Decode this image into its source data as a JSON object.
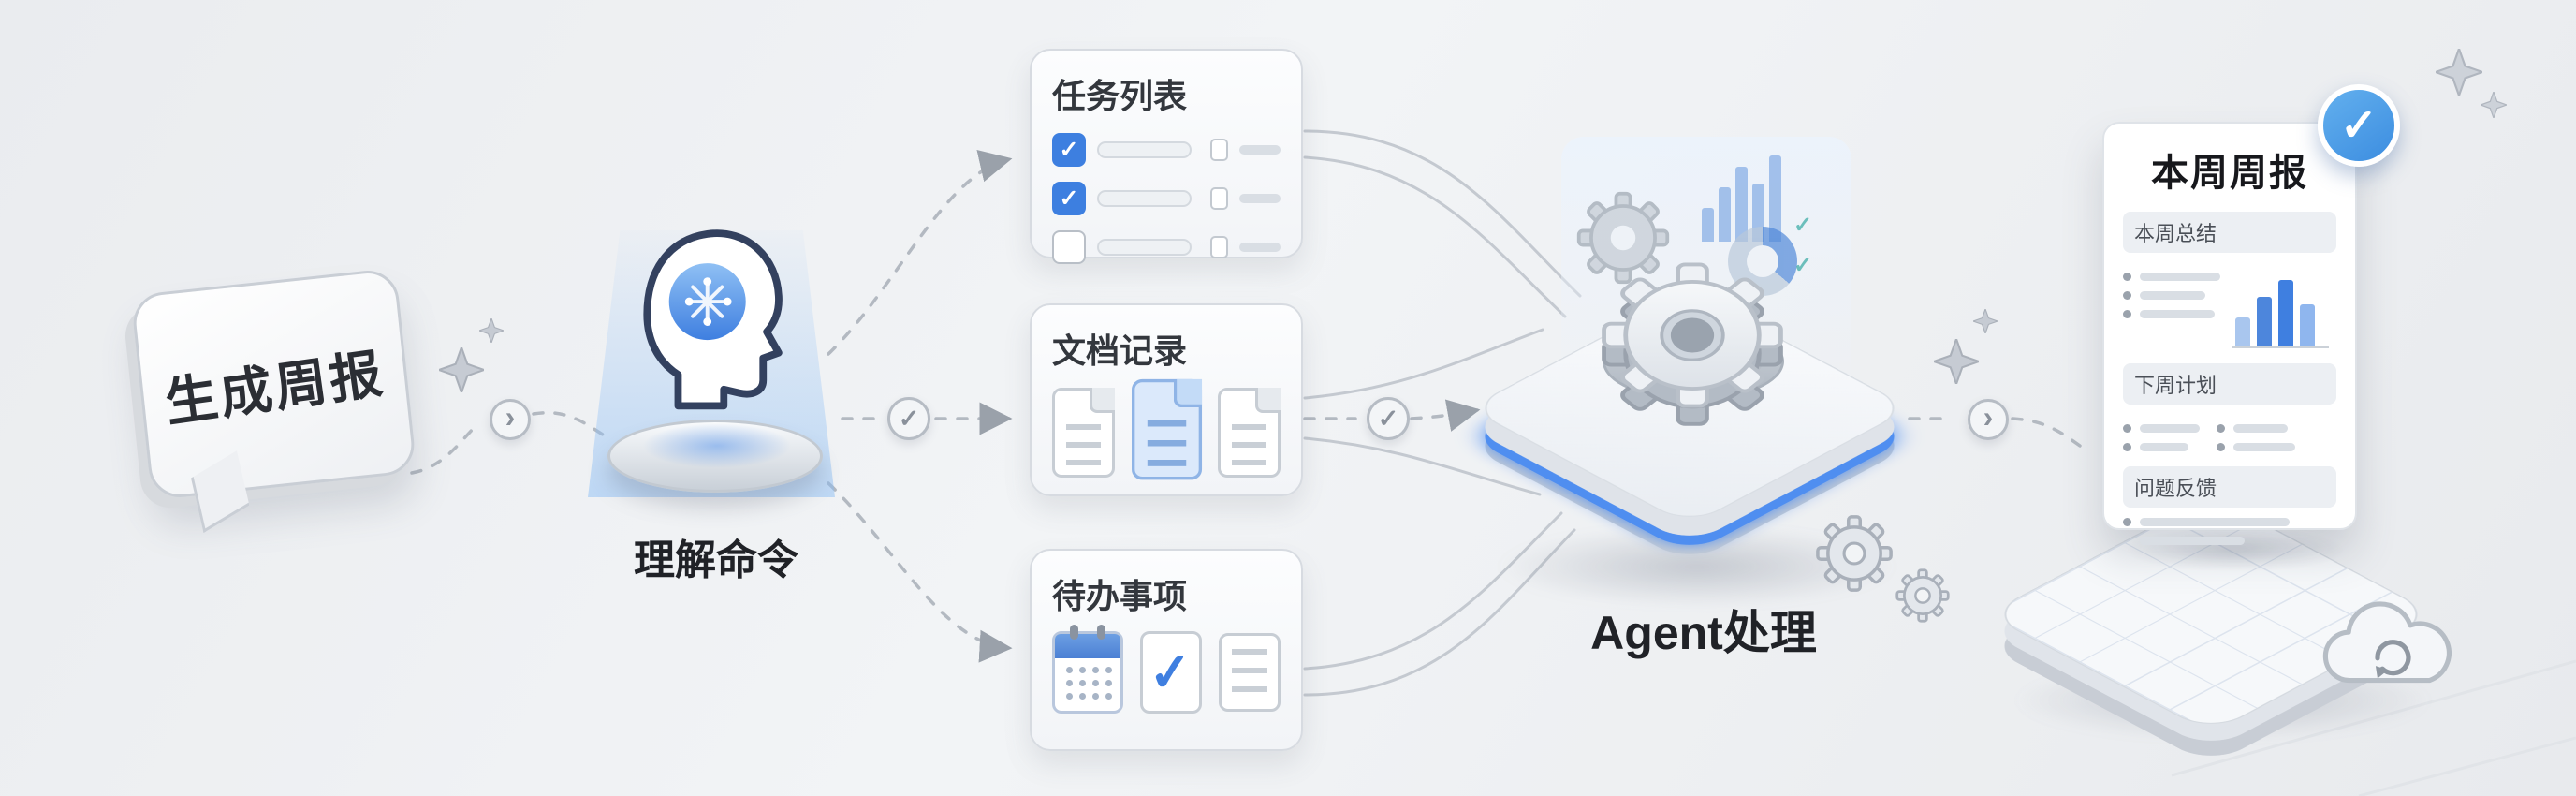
{
  "scene": {
    "command_bubble": {
      "text": "生成周报"
    },
    "understand_step": {
      "label": "理解命令"
    },
    "cards": {
      "task_list": {
        "title": "任务列表"
      },
      "doc_record": {
        "title": "文档记录"
      },
      "todo_items": {
        "title": "待办事项"
      }
    },
    "agent_step": {
      "label": "Agent处理"
    },
    "report": {
      "title": "本周周报",
      "sections": {
        "summary": "本周总结",
        "plan": "下周计划",
        "feedback": "问题反馈"
      }
    }
  },
  "glyphs": {
    "check": "✓",
    "chevron": "›"
  },
  "colors": {
    "accent_blue": "#3f7fe0",
    "badge_blue": "#45a1e9",
    "platform_glow": "#4f8ef0",
    "connector_gray": "#b3b9c1",
    "background": "#edeff2"
  }
}
